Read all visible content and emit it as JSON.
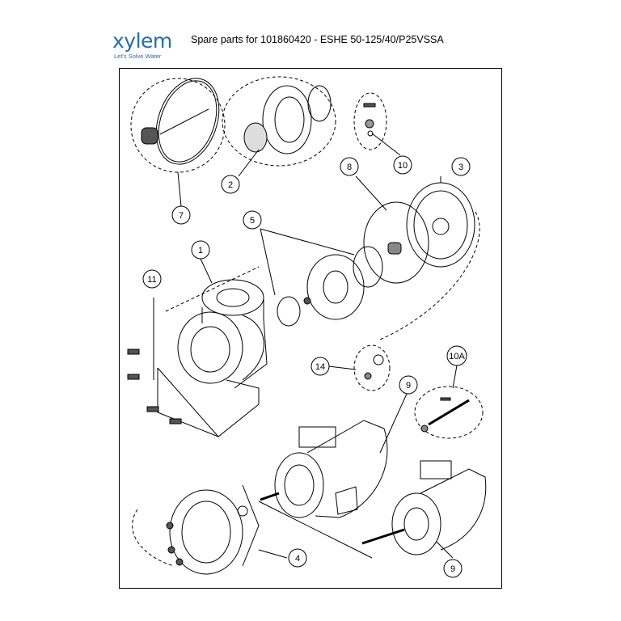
{
  "header": {
    "logo_word": "xylem",
    "logo_tagline": "Let's Solve Water",
    "title": "Spare parts for 101860420 - ESHE 50-125/40/P25VSSA"
  },
  "balloons": [
    "1",
    "2",
    "3",
    "4",
    "5",
    "7",
    "8",
    "9",
    "9",
    "10",
    "10A",
    "11",
    "14"
  ],
  "colors": {
    "brand": "#1f6fb5",
    "line": "#000000"
  }
}
